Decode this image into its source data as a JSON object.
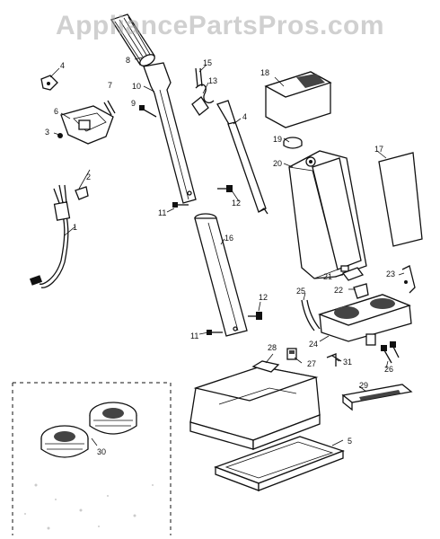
{
  "watermark": "AppliancePartsPros.com",
  "parts": [
    {
      "id": "p1",
      "label": "1"
    },
    {
      "id": "p2",
      "label": "2"
    },
    {
      "id": "p3",
      "label": "3"
    },
    {
      "id": "p4a",
      "label": "4"
    },
    {
      "id": "p4b",
      "label": "4"
    },
    {
      "id": "p5",
      "label": "5"
    },
    {
      "id": "p6",
      "label": "6"
    },
    {
      "id": "p7",
      "label": "7"
    },
    {
      "id": "p8",
      "label": "8"
    },
    {
      "id": "p9",
      "label": "9"
    },
    {
      "id": "p10",
      "label": "10"
    },
    {
      "id": "p11a",
      "label": "11"
    },
    {
      "id": "p11b",
      "label": "11"
    },
    {
      "id": "p12a",
      "label": "12"
    },
    {
      "id": "p12b",
      "label": "12"
    },
    {
      "id": "p13",
      "label": "13"
    },
    {
      "id": "p15",
      "label": "15"
    },
    {
      "id": "p16",
      "label": "16"
    },
    {
      "id": "p17",
      "label": "17"
    },
    {
      "id": "p18",
      "label": "18"
    },
    {
      "id": "p19",
      "label": "19"
    },
    {
      "id": "p20",
      "label": "20"
    },
    {
      "id": "p21",
      "label": "21"
    },
    {
      "id": "p22",
      "label": "22"
    },
    {
      "id": "p23",
      "label": "23"
    },
    {
      "id": "p24",
      "label": "24"
    },
    {
      "id": "p25",
      "label": "25"
    },
    {
      "id": "p26",
      "label": "26"
    },
    {
      "id": "p27",
      "label": "27"
    },
    {
      "id": "p28",
      "label": "28"
    },
    {
      "id": "p29",
      "label": "29"
    },
    {
      "id": "p30",
      "label": "30"
    },
    {
      "id": "p31",
      "label": "31"
    }
  ]
}
